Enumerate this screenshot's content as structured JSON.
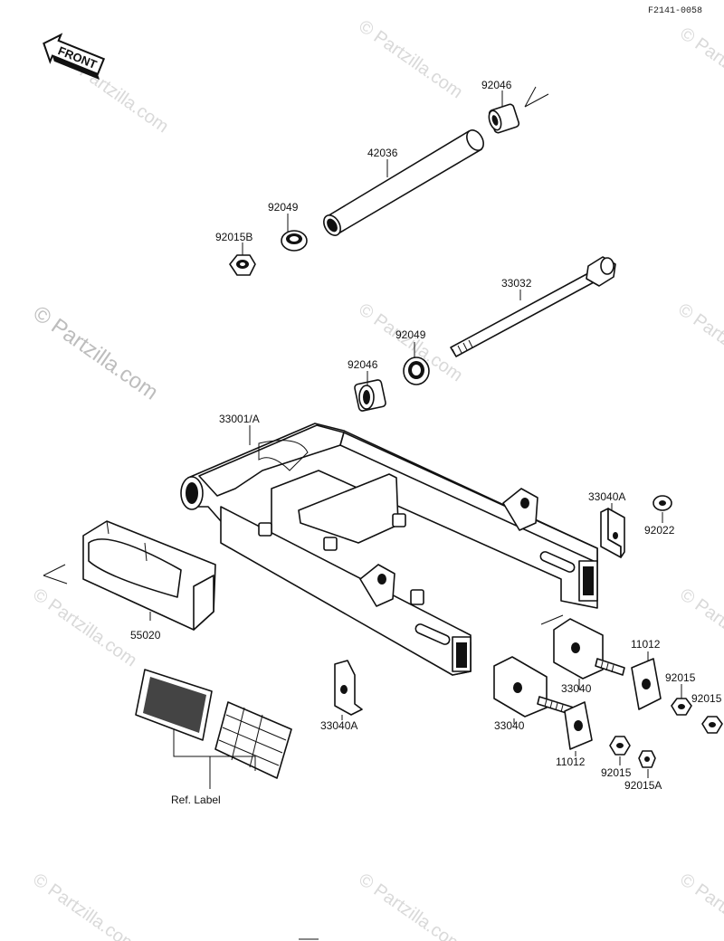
{
  "diagram": {
    "code": "F2141-0058",
    "front_label": "FRONT",
    "ref_label": "Ref. Label",
    "watermark": "© Partzilla.com",
    "parts": [
      "92046",
      "42036",
      "92049",
      "92015B",
      "33032",
      "92049",
      "92046",
      "33001/A",
      "33040A",
      "92022",
      "55020",
      "11012",
      "33040",
      "92015",
      "92015",
      "33040A",
      "33040",
      "11012",
      "92015",
      "92015A"
    ]
  }
}
